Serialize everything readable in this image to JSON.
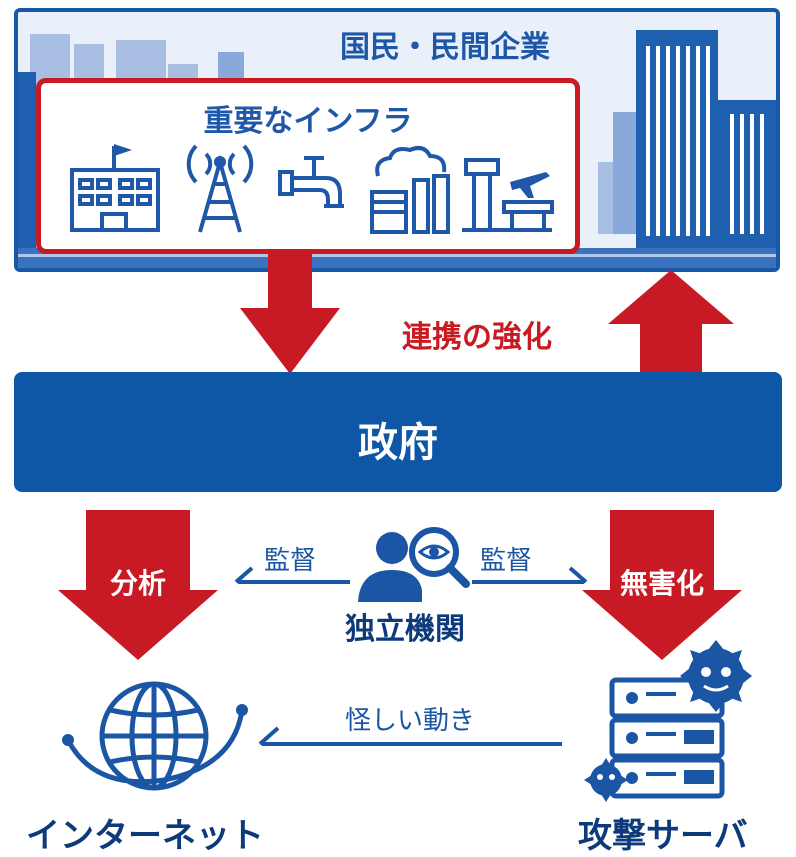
{
  "city_title": "国民・民間企業",
  "infra_title": "重要なインフラ",
  "cooperation_label": "連携の強化",
  "government_label": "政府",
  "analysis_label": "分析",
  "neutralize_label": "無害化",
  "oversight_left": "監督",
  "oversight_right": "監督",
  "agency_label": "独立機関",
  "suspicious_label": "怪しい動き",
  "internet_label": "インターネット",
  "attack_server_label": "攻撃サーバ",
  "colors": {
    "blue": "#0d57a6",
    "red": "#c81a25",
    "light_blue": "#eaf0fa",
    "navy": "#0d3a7a"
  }
}
